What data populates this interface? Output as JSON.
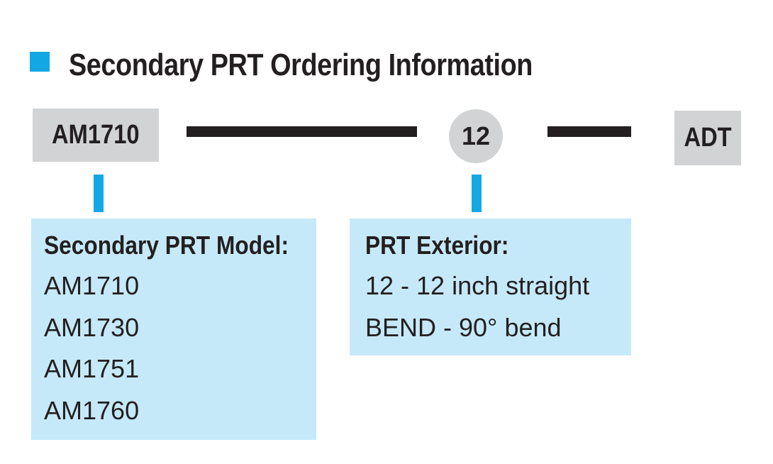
{
  "title": "Secondary PRT Ordering Information",
  "colors": {
    "accent": "#13a8e4",
    "code_box": "#d1d3d4",
    "info_box": "#c6e9f9",
    "text": "#231f20"
  },
  "ordering_code": {
    "model": "AM1710",
    "exterior": "12",
    "suffix": "ADT"
  },
  "model_box": {
    "heading": "Secondary PRT Model:",
    "items": [
      "AM1710",
      "AM1730",
      "AM1751",
      "AM1760"
    ]
  },
  "exterior_box": {
    "heading": "PRT Exterior:",
    "items": [
      "12 - 12 inch straight",
      "BEND - 90° bend"
    ]
  }
}
